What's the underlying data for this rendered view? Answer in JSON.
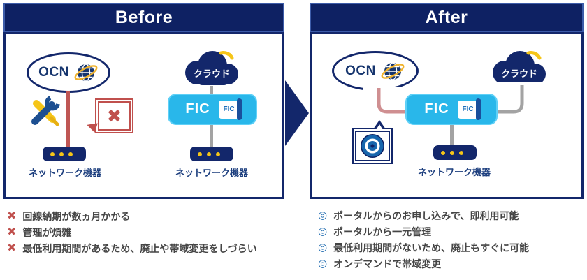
{
  "before": {
    "title": "Before",
    "ocn_label": "OCN",
    "cloud_label": "クラウド",
    "fic_label": "FIC",
    "fic_icon_label": "FIC",
    "network_device_label": "ネットワーク機器",
    "bubble_mark": "✖",
    "issue_marker": "✖",
    "issues": [
      "回線納期が数ヵ月かかる",
      "管理が煩雑",
      "最低利用期間があるため、廃止や帯域変更をしづらい"
    ]
  },
  "after": {
    "title": "After",
    "ocn_label": "OCN",
    "cloud_label": "クラウド",
    "fic_label": "FIC",
    "fic_icon_label": "FIC",
    "network_device_label": "ネットワーク機器",
    "benefit_marker": "◎",
    "benefits": [
      "ポータルからのお申し込みで、即利用可能",
      "ポータルから一元管理",
      "最低利用期間がないため、廃止もすぐに可能",
      "オンデマンドで帯域変更"
    ]
  },
  "colors": {
    "navy": "#13276b",
    "header_navy": "#0e2163",
    "fic_blue": "#29b7ea",
    "alert_red": "#c0504d",
    "line_pink": "#cf8f91",
    "line_gray": "#a3a3a3",
    "accent_yellow": "#f5c518",
    "bullet_blue": "#1766ad",
    "list_text": "#454545"
  }
}
